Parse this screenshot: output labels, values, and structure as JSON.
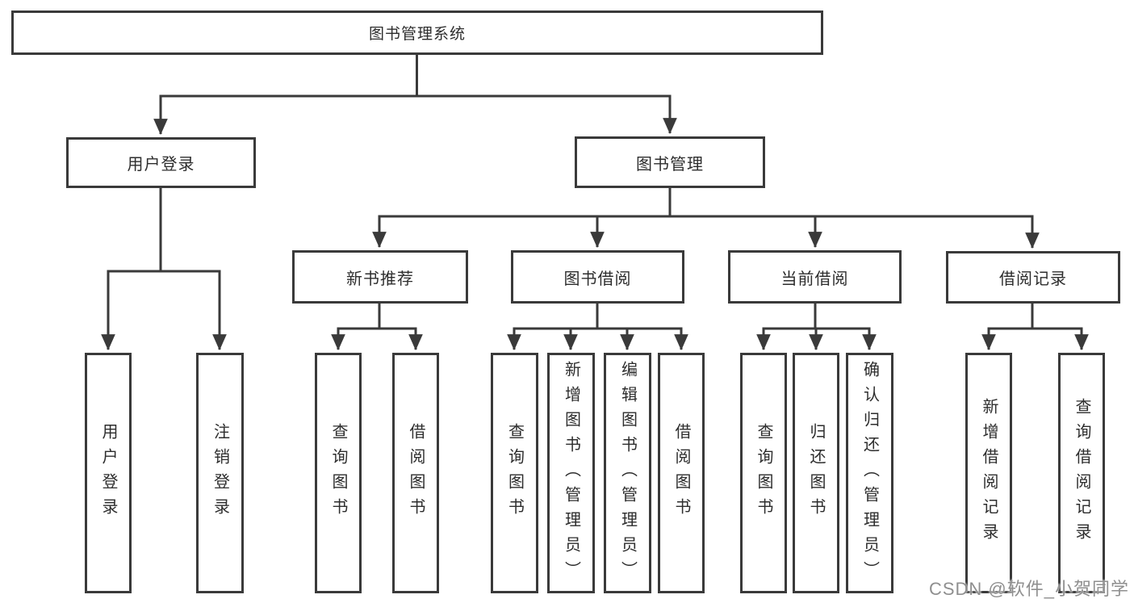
{
  "diagram": {
    "root": "图书管理系统",
    "level2": {
      "user_login": "用户登录",
      "book_management": "图书管理"
    },
    "level3": {
      "new_book_recommend": "新书推荐",
      "book_borrow": "图书借阅",
      "current_borrow": "当前借阅",
      "borrow_records": "借阅记录"
    },
    "leaf": {
      "ul_login": "用户登录",
      "ul_logout": "注销登录",
      "nb_query_books": "查询图书",
      "nb_borrow_books": "借阅图书",
      "bb_query_books": "查询图书",
      "bb_add_books_admin": "新增图书（管理员）",
      "bb_edit_books_admin": "编辑图书（管理员）",
      "bb_borrow_books": "借阅图书",
      "cb_query_books": "查询图书",
      "cb_return_books": "归还图书",
      "cb_confirm_return_admin": "确认归还（管理员）",
      "br_add_record": "新增借阅记录",
      "br_query_record": "查询借阅记录"
    },
    "watermark": "CSDN @软件_小贺同学",
    "colors": {
      "line": "#3a3a3a",
      "text": "#2d2d2d",
      "watermark_text": "#8f8f8f",
      "background": "#ffffff"
    }
  }
}
